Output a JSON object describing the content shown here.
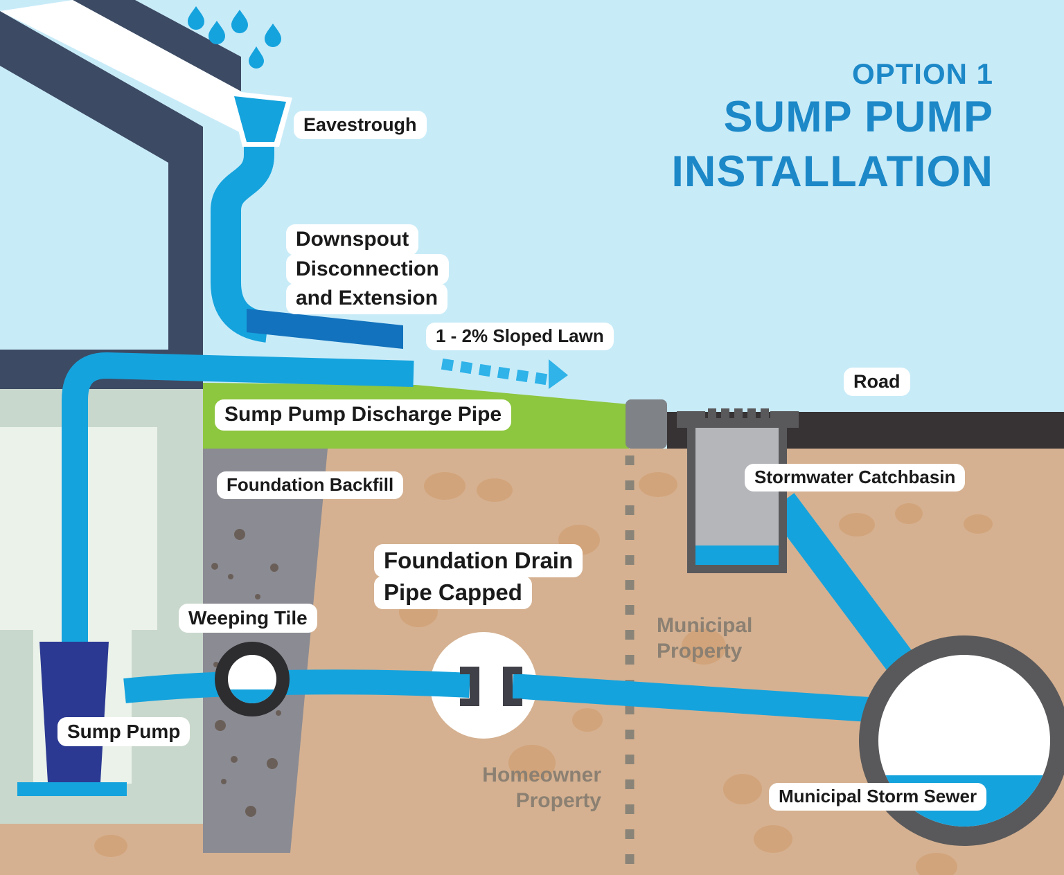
{
  "title": {
    "eyebrow": "OPTION 1",
    "line1": "SUMP PUMP",
    "line2": "INSTALLATION"
  },
  "labels": {
    "eavestrough": "Eavestrough",
    "downspout_line1": "Downspout",
    "downspout_line2": "Disconnection",
    "downspout_line3": "and Extension",
    "sloped_lawn": "1 - 2% Sloped Lawn",
    "road": "Road",
    "discharge_pipe": "Sump Pump Discharge Pipe",
    "foundation_backfill": "Foundation Backfill",
    "stormwater_catchbasin": "Stormwater Catchbasin",
    "drain_capped_line1": "Foundation Drain",
    "drain_capped_line2": "Pipe Capped",
    "weeping_tile": "Weeping Tile",
    "sump_pump": "Sump Pump",
    "municipal_storm_sewer": "Municipal Storm Sewer",
    "municipal_property_line1": "Municipal",
    "municipal_property_line2": "Property",
    "homeowner_property_line1": "Homeowner",
    "homeowner_property_line2": "Property"
  },
  "icons": {
    "raindrop": "teardrop-shape",
    "flow_arrow": "dashed-arrow-right"
  },
  "colors": {
    "sky": "#c8ebf8",
    "title_blue": "#1c88c7",
    "pipe_blue": "#15a3dd",
    "pipe_dark": "#1272bd",
    "arrow_blue": "#2fb3e8",
    "lawn": "#8dc63f",
    "soil": "#d5b191",
    "soil_blob": "#d2a47b",
    "backfill": "#8b8b93",
    "backfill_dot": "#6a5f58",
    "road": "#373335",
    "curb": "#7f8286",
    "structure_gray": "#59595b",
    "structure_light": "#b5b6ba",
    "slate": "#3d4a63",
    "sage": "#c9d8cc",
    "cream": "#ebf2ea",
    "pump_navy": "#2b3992",
    "tile_ring": "#2d2d30",
    "cap_dark": "#404148",
    "property_dash": "#8a8478",
    "property_text": "#8b8072",
    "label_text": "#1a1a1a"
  }
}
